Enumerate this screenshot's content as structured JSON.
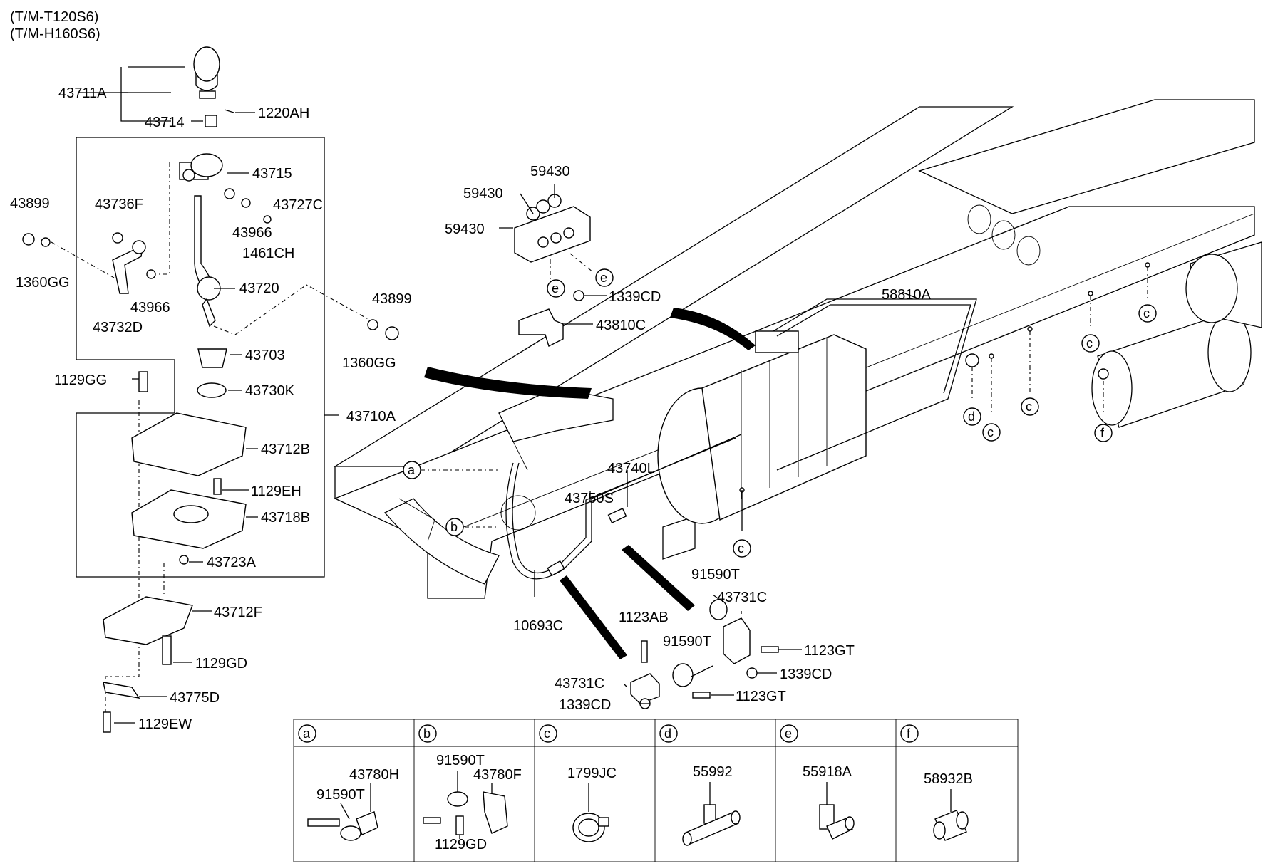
{
  "header": {
    "model_line_1": "(T/M-T120S6)",
    "model_line_2": "(T/M-H160S6)"
  },
  "parts": {
    "p43711A": "43711A",
    "p43714": "43714",
    "p1220AH": "1220AH",
    "p43715": "43715",
    "p43727C": "43727C",
    "p43966a": "43966",
    "p1461CH": "1461CH",
    "p43736F": "43736F",
    "p43899a": "43899",
    "p1360GGa": "1360GG",
    "p43966b": "43966",
    "p43732D": "43732D",
    "p43720": "43720",
    "p43703": "43703",
    "p43730K": "43730K",
    "p43899b": "43899",
    "p1360GGb": "1360GG",
    "p43710A": "43710A",
    "p1129GG": "1129GG",
    "p43712B": "43712B",
    "p1129EH": "1129EH",
    "p43718B": "43718B",
    "p43723A": "43723A",
    "p43712F": "43712F",
    "p1129GD": "1129GD",
    "p43775D": "43775D",
    "p1129EW": "1129EW",
    "p59430a": "59430",
    "p59430b": "59430",
    "p59430c": "59430",
    "p1339CDa": "1339CD",
    "p43810C": "43810C",
    "p58810A": "58810A",
    "p43740L": "43740L",
    "p43750S": "43750S",
    "p10693C": "10693C",
    "p91590Ta": "91590T",
    "p43731Ca": "43731C",
    "p1123AB": "1123AB",
    "p91590Tb": "91590T",
    "p1123GTa": "1123GT",
    "p1339CDb": "1339CD",
    "p43731Cb": "43731C",
    "p1339CDc": "1339CD",
    "p1123GTb": "1123GT"
  },
  "callouts": {
    "a": "a",
    "b": "b",
    "c": "c",
    "d": "d",
    "e": "e",
    "f": "f"
  },
  "detail_table": {
    "cells": [
      {
        "key": "a",
        "parts": [
          "43780H",
          "91590T"
        ]
      },
      {
        "key": "b",
        "parts": [
          "91590T",
          "43780F",
          "1129GD"
        ]
      },
      {
        "key": "c",
        "parts": [
          "1799JC"
        ]
      },
      {
        "key": "d",
        "parts": [
          "55992"
        ]
      },
      {
        "key": "e",
        "parts": [
          "55918A"
        ]
      },
      {
        "key": "f",
        "parts": [
          "58932B"
        ]
      }
    ]
  }
}
